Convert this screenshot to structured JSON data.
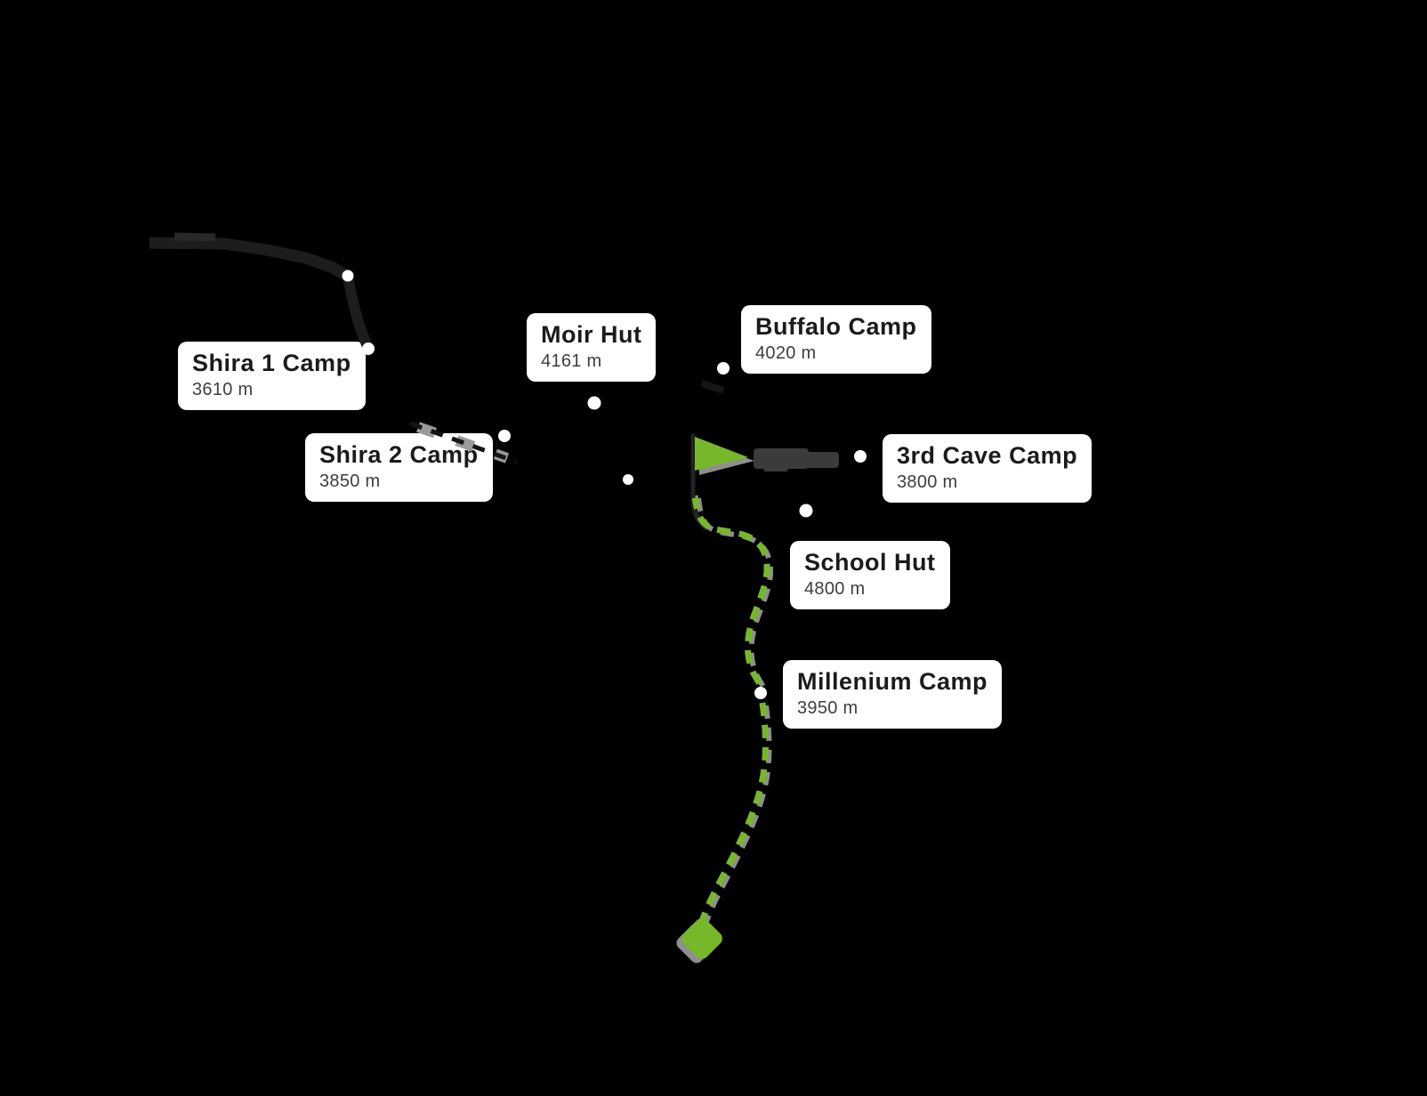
{
  "locations": [
    {
      "name": "Shira 1 Camp",
      "elevation": "3610 m"
    },
    {
      "name": "Shira 2 Camp",
      "elevation": "3850 m"
    },
    {
      "name": "Moir Hut",
      "elevation": "4161 m"
    },
    {
      "name": "Buffalo Camp",
      "elevation": "4020 m"
    },
    {
      "name": "3rd Cave Camp",
      "elevation": "3800 m"
    },
    {
      "name": "School Hut",
      "elevation": "4800 m"
    },
    {
      "name": "Millenium Camp",
      "elevation": "3950 m"
    }
  ],
  "icons": {
    "route_start": "flag-icon",
    "route_end": "diamond-icon",
    "waypoint": "dot-icon"
  },
  "colors": {
    "background": "#000000",
    "route_green": "#76b82a",
    "label_background": "#ffffff",
    "label_title": "#1b1b1b",
    "label_elevation": "#3e3e3e",
    "waypoint_dot": "#ffffff",
    "faint_trail": "#1d1d1d",
    "dashed_trail": "#141414",
    "ridge_gray": "#3b3b3b",
    "shadow_gray": "#8f8f8f"
  }
}
